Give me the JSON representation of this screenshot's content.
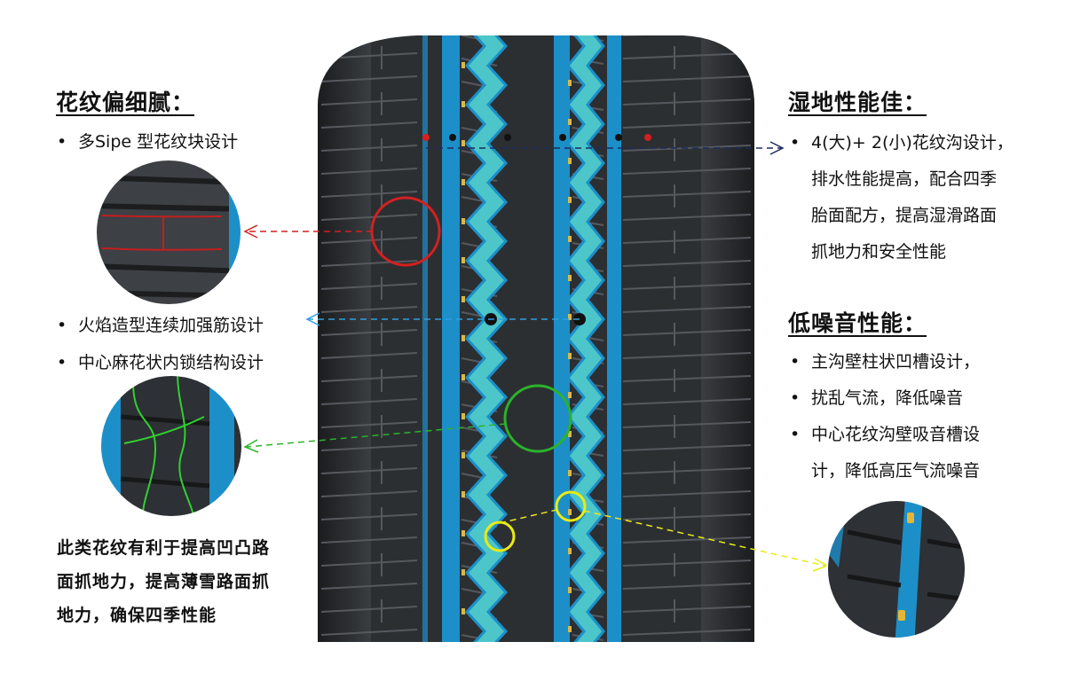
{
  "sections": {
    "fine_pattern": {
      "title": "花纹偏细腻：",
      "bullets": [
        "多Sipe 型花纹块设计"
      ]
    },
    "rib_design": {
      "bullets": [
        "火焰造型连续加强筋设计",
        "中心麻花状内锁结构设计"
      ]
    },
    "summary": {
      "lines": [
        "此类花纹有利于提高凹凸路",
        "面抓地力，提高薄雪路面抓",
        "地力，确保四季性能"
      ]
    },
    "wet_performance": {
      "title": "湿地性能佳：",
      "bullet_lines": [
        "4(大)+ 2(小)花纹沟设计，",
        "排水性能提高，配合四季",
        "胎面配方，提高湿滑路面",
        "抓地力和安全性能"
      ]
    },
    "low_noise": {
      "title": "低噪音性能：",
      "bullets": [
        "主沟壁柱状凹槽设计，",
        "扰乱气流，降低噪音"
      ],
      "bullet_multi": [
        "中心花纹沟壁吸音槽设",
        "计，降低高压气流噪音"
      ]
    }
  },
  "colors": {
    "tread": "#2c2f32",
    "groove_blue": "#1c8fc9",
    "groove_cyan": "#4cc6c9",
    "callout_red": "#d42020",
    "callout_green": "#2ab32a",
    "callout_yellow": "#eaea14",
    "callout_navy": "#1d2b5e",
    "callout_lightblue": "#2f9fe0"
  },
  "icons": [
    "tire-tread-illustration",
    "sipe-zoom-inset",
    "interlock-zoom-inset",
    "noise-groove-zoom-inset"
  ]
}
